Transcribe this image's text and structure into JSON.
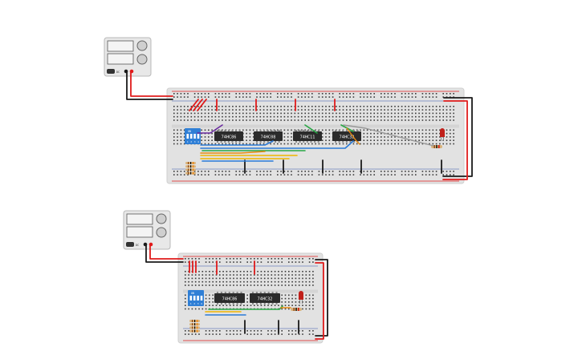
{
  "colors": {
    "board": "#e2e2e2",
    "board_edge": "#cfcfcf",
    "hole": "#3a3a3a",
    "chip": "#2b2b2b",
    "chip_text": "#ffffff",
    "red_wire": "#e01b1b",
    "black_wire": "#1a1a1a",
    "dip_switch": "#2f7fd6",
    "led": "#c0201a",
    "psu_body": "#e8e8e8"
  },
  "circuits": [
    {
      "name": "circuit-top",
      "chips": [
        "74HC86",
        "74HC08",
        "74HC11",
        "74HC32"
      ],
      "dip_switch_label": "ON",
      "dip_positions": [
        "1",
        "2",
        "3",
        "4"
      ],
      "power_supply_label": "DC"
    },
    {
      "name": "circuit-bottom",
      "chips": [
        "74HC86",
        "74HC32"
      ],
      "dip_switch_label": "ON",
      "dip_positions": [
        "1",
        "2",
        "3",
        "4"
      ],
      "power_supply_label": "DC"
    }
  ]
}
